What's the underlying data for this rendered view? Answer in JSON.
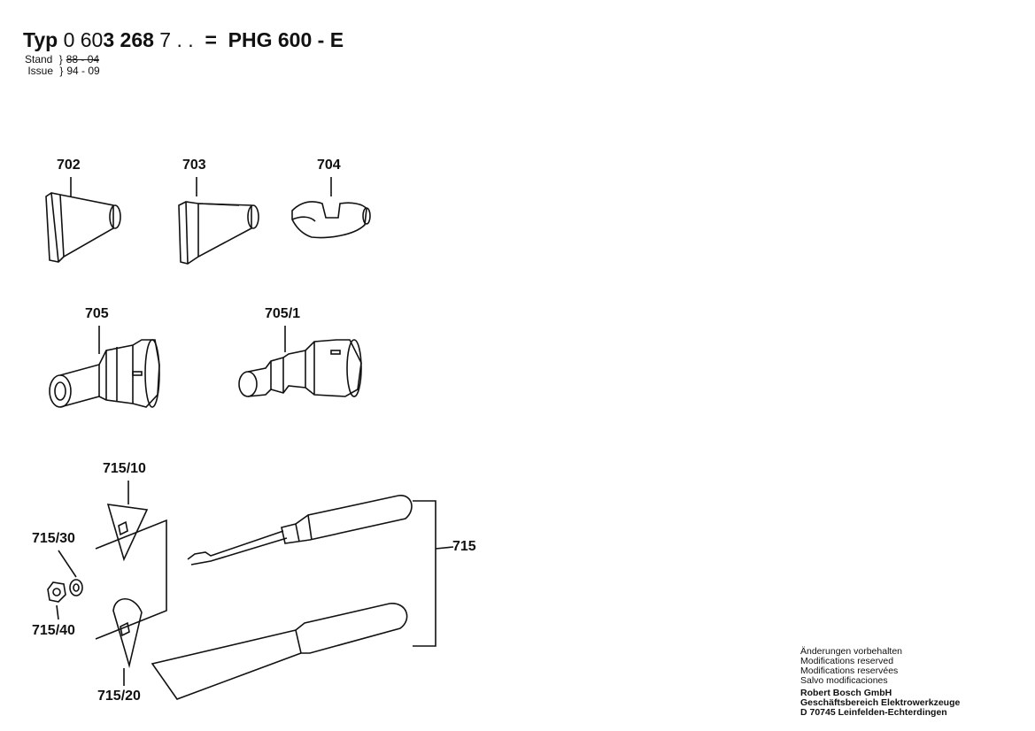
{
  "header": {
    "typ_label": "Typ",
    "part_number_light": "0 60",
    "part_number_bold": "3 268",
    "part_number_suffix": "7 . .",
    "equals": "=",
    "model": "PHG 600 - E",
    "stand_label": "Stand",
    "issue_label": "Issue",
    "stand_date": "88 - 04",
    "issue_date": "94 - 09"
  },
  "parts": [
    {
      "number": "702"
    },
    {
      "number": "703"
    },
    {
      "number": "704"
    },
    {
      "number": "705"
    },
    {
      "number": "705/1"
    },
    {
      "number": "715/10"
    },
    {
      "number": "715/30"
    },
    {
      "number": "715/40"
    },
    {
      "number": "715/20"
    },
    {
      "number": "715"
    }
  ],
  "footer": {
    "line1": "Änderungen vorbehalten",
    "line2": "Modifications reserved",
    "line3": "Modifications reservées",
    "line4": "Salvo modificaciones",
    "company": "Robert Bosch GmbH",
    "division": "Geschäftsbereich Elektrowerkzeuge",
    "address": "D 70745 Leinfelden-Echterdingen"
  }
}
